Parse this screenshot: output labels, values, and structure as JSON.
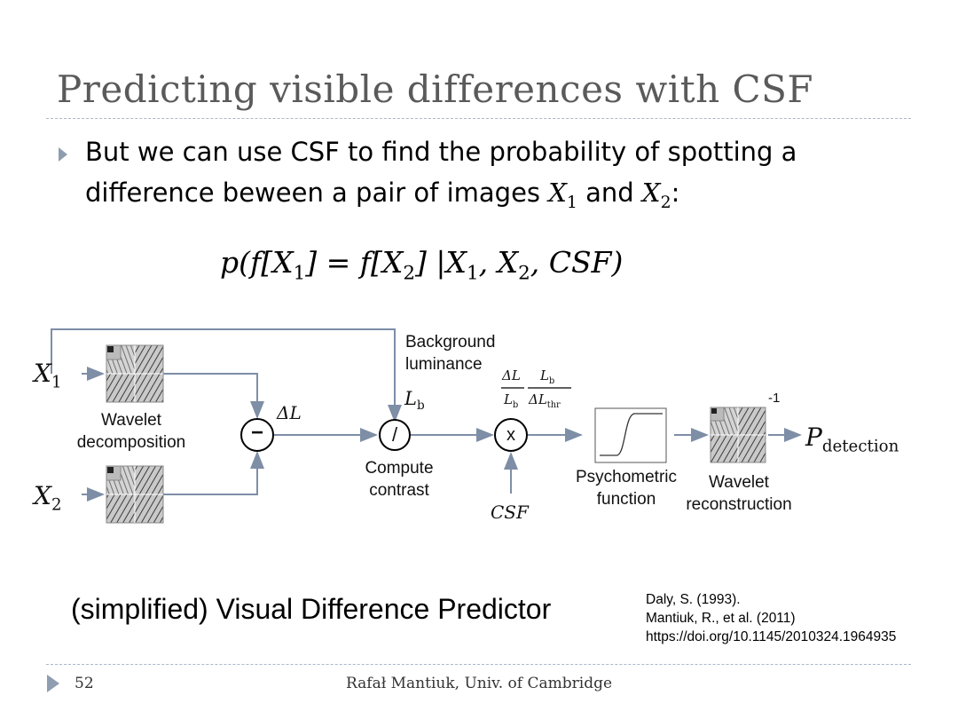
{
  "slide": {
    "title": "Predicting visible differences with CSF",
    "bullet_line1": "But we can use CSF to find the probability of spotting a",
    "bullet_line2_pre": "difference beween a pair of images ",
    "bullet_var1": "X",
    "bullet_var1_sub": "1",
    "bullet_and": " and ",
    "bullet_var2": "X",
    "bullet_var2_sub": "2",
    "bullet_colon": ":",
    "formula_pre": "p(f[X",
    "formula_sub1": "1",
    "formula_mid": "] = f[X",
    "formula_sub2": "2",
    "formula_mid2": "] |X",
    "formula_sub3": "1",
    "formula_mid3": ", X",
    "formula_sub4": "2",
    "formula_end": ", CSF)"
  },
  "diagram": {
    "x1_label": "X",
    "x1_sub": "1",
    "x2_label": "X",
    "x2_sub": "2",
    "wavelet_decomp_line1": "Wavelet",
    "wavelet_decomp_line2": "decomposition",
    "minus_symbol": "−",
    "delta_l": "ΔL",
    "background_line1": "Background",
    "background_line2": "luminance",
    "lb_label": "L",
    "lb_sub": "b",
    "divide_symbol": "/",
    "compute_line1": "Compute",
    "compute_line2": "contrast",
    "frac1_num": "ΔL",
    "frac1_den": "L",
    "frac1_den_sub": "b",
    "frac2_num": "L",
    "frac2_num_sub": "b",
    "frac2_den": "ΔL",
    "frac2_den_sub": "thr",
    "times_symbol": "x",
    "csf_label": "CSF",
    "psychometric_line1": "Psychometric",
    "psychometric_line2": "function",
    "wavelet_recon_line1": "Wavelet",
    "wavelet_recon_line2": "reconstruction",
    "inverse_exponent": "-1",
    "p_label": "P",
    "p_sub": "detection"
  },
  "caption": "(simplified) Visual Difference Predictor",
  "references": {
    "line1": "Daly, S. (1993).",
    "line2": "Mantiuk, R., et al. (2011)",
    "line3": "https://doi.org/10.1145/2010324.1964935"
  },
  "footer": {
    "page_number": "52",
    "author": "Rafał Mantiuk, Univ. of Cambridge"
  },
  "colors": {
    "title": "#5a5a5a",
    "bullet": "#8f9db0",
    "arrow": "#7d8ea6",
    "dash": "#a8b8c8"
  }
}
